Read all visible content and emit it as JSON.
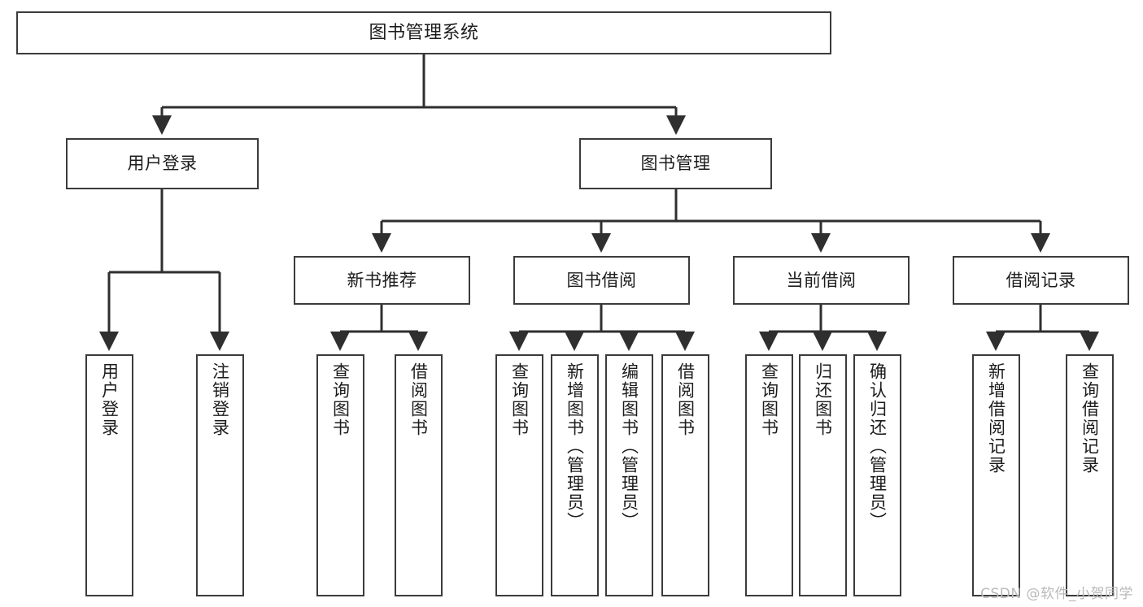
{
  "diagram": {
    "title": "图书管理系统",
    "type": "tree",
    "watermark": "CSDN @软件_小贺同学",
    "colors": {
      "box_border": "#3b3b3b",
      "box_fill": "#ffffff",
      "line": "#2f2f2f",
      "text": "#1c1c1c",
      "watermark": "#b9b9b9",
      "background": "#ffffff"
    },
    "root": {
      "label": "图书管理系统"
    },
    "level1": [
      {
        "id": "user-login",
        "label": "用户登录"
      },
      {
        "id": "book-manage",
        "label": "图书管理"
      }
    ],
    "level2": [
      {
        "id": "new-book-recommend",
        "label": "新书推荐",
        "parent": "book-manage"
      },
      {
        "id": "book-borrow",
        "label": "图书借阅",
        "parent": "book-manage"
      },
      {
        "id": "current-borrow",
        "label": "当前借阅",
        "parent": "book-manage"
      },
      {
        "id": "borrow-record",
        "label": "借阅记录",
        "parent": "book-manage"
      }
    ],
    "leaves": {
      "user-login": [
        {
          "id": "leaf-user-login",
          "label": "用户登录"
        },
        {
          "id": "leaf-user-logout",
          "label": "注销登录"
        }
      ],
      "new-book-recommend": [
        {
          "id": "leaf-query-book-1",
          "label": "查询图书"
        },
        {
          "id": "leaf-borrow-book-1",
          "label": "借阅图书"
        }
      ],
      "book-borrow": [
        {
          "id": "leaf-query-book-2",
          "label": "查询图书"
        },
        {
          "id": "leaf-add-book",
          "label": "新增图书（管理员）"
        },
        {
          "id": "leaf-edit-book",
          "label": "编辑图书（管理员）"
        },
        {
          "id": "leaf-borrow-book-2",
          "label": "借阅图书"
        }
      ],
      "current-borrow": [
        {
          "id": "leaf-query-book-3",
          "label": "查询图书"
        },
        {
          "id": "leaf-return-book",
          "label": "归还图书"
        },
        {
          "id": "leaf-confirm-return",
          "label": "确认归还（管理员）"
        }
      ],
      "borrow-record": [
        {
          "id": "leaf-add-record",
          "label": "新增借阅记录"
        },
        {
          "id": "leaf-query-record",
          "label": "查询借阅记录"
        }
      ]
    }
  }
}
